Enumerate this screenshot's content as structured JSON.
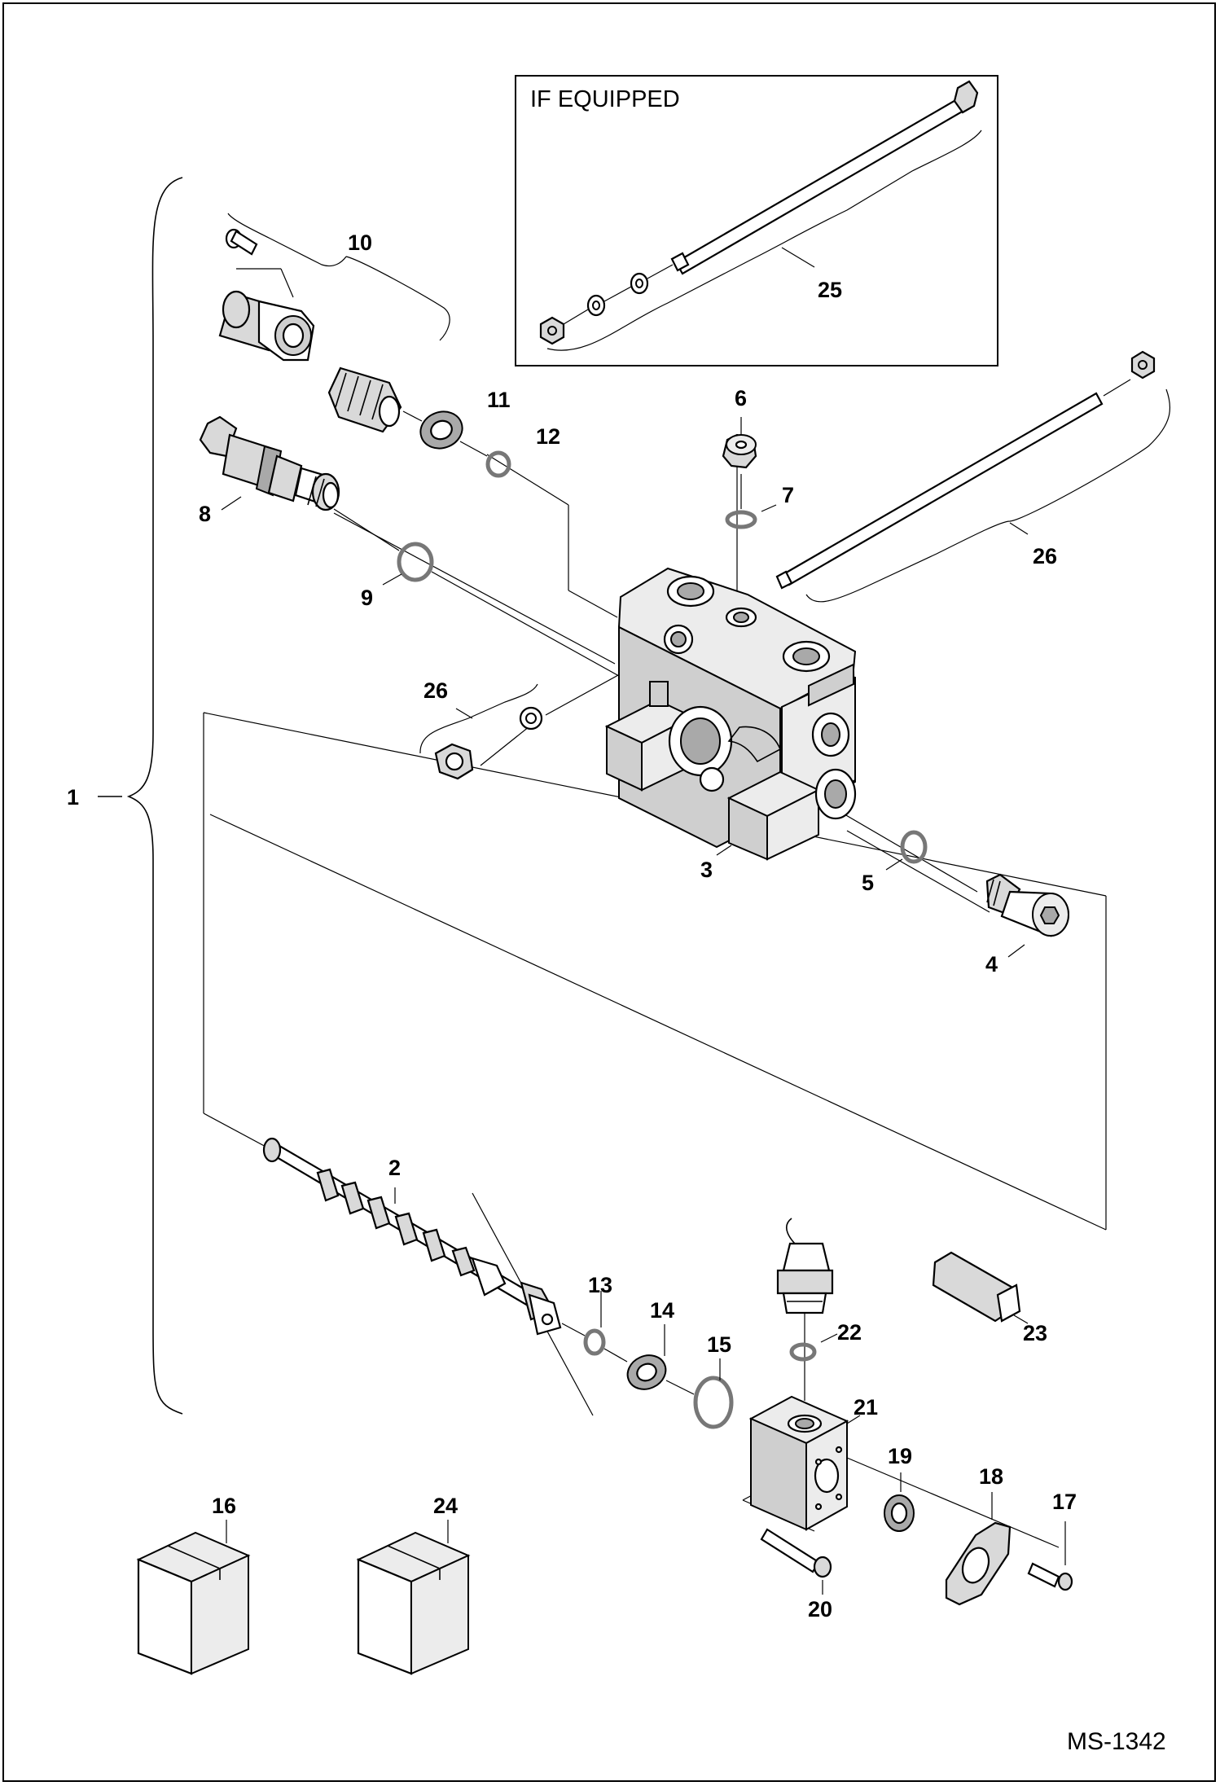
{
  "drawing": {
    "inset_title": "IF EQUIPPED",
    "drawing_code": "MS-1342"
  },
  "callouts": [
    {
      "id": "c1",
      "text": "1"
    },
    {
      "id": "c2",
      "text": "2"
    },
    {
      "id": "c3",
      "text": "3"
    },
    {
      "id": "c4",
      "text": "4"
    },
    {
      "id": "c5",
      "text": "5"
    },
    {
      "id": "c6",
      "text": "6"
    },
    {
      "id": "c7",
      "text": "7"
    },
    {
      "id": "c8",
      "text": "8"
    },
    {
      "id": "c9",
      "text": "9"
    },
    {
      "id": "c10",
      "text": "10"
    },
    {
      "id": "c11",
      "text": "11"
    },
    {
      "id": "c12",
      "text": "12"
    },
    {
      "id": "c13",
      "text": "13"
    },
    {
      "id": "c14",
      "text": "14"
    },
    {
      "id": "c15",
      "text": "15"
    },
    {
      "id": "c16",
      "text": "16"
    },
    {
      "id": "c17",
      "text": "17"
    },
    {
      "id": "c18",
      "text": "18"
    },
    {
      "id": "c19",
      "text": "19"
    },
    {
      "id": "c20",
      "text": "20"
    },
    {
      "id": "c21",
      "text": "21"
    },
    {
      "id": "c22",
      "text": "22"
    },
    {
      "id": "c23",
      "text": "23"
    },
    {
      "id": "c24",
      "text": "24"
    },
    {
      "id": "c25",
      "text": "25"
    },
    {
      "id": "c26a",
      "text": "26"
    },
    {
      "id": "c26b",
      "text": "26"
    }
  ]
}
